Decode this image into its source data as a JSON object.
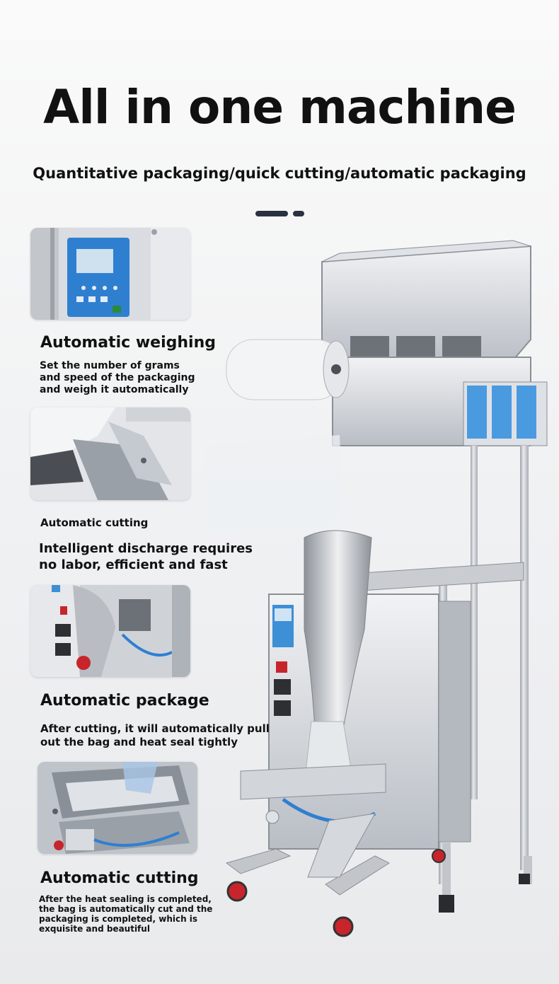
{
  "header": {
    "title": "All in one machine",
    "subtitle": "Quantitative packaging/quick cutting/automatic packaging"
  },
  "features": [
    {
      "title": "Automatic weighing",
      "desc": [
        "Set the number of grams",
        "and speed of the packaging",
        "and weigh it automatically"
      ]
    },
    {
      "label": "Automatic cutting",
      "desc": [
        "Intelligent discharge requires",
        "no labor, efficient and fast"
      ]
    },
    {
      "title": "Automatic package",
      "desc": [
        "After cutting, it will automatically pull",
        "out the bag and heat seal tightly"
      ]
    },
    {
      "title": "Automatic cutting",
      "desc": [
        "After the heat sealing is completed,",
        "the bag is automatically cut and the",
        "packaging is completed, which is",
        "exquisite and beautiful"
      ]
    }
  ],
  "colors": {
    "accent_dark": "#2b3140",
    "steel": "#c7cbd1",
    "panel_blue": "#3d8fd6",
    "wheel_red": "#c8242c"
  },
  "icons": [
    "control-panel-thumbnail",
    "funnel-thumbnail",
    "sealing-unit-thumbnail",
    "cutting-unit-thumbnail",
    "packaging-machine-image"
  ]
}
